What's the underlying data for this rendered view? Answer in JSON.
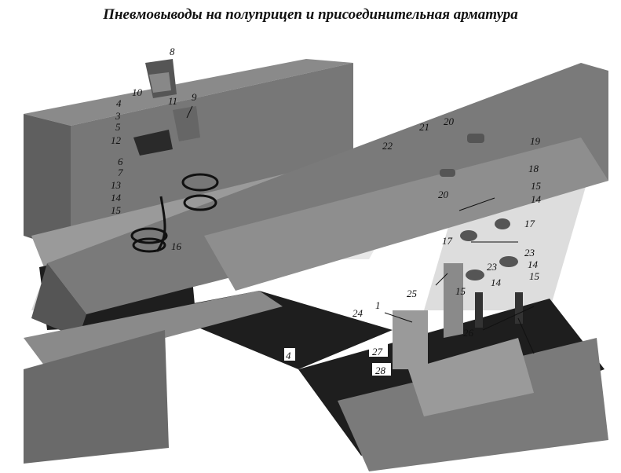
{
  "title": "Пневмовыводы на полуприцеп и присоединительная арматура",
  "callouts": [
    {
      "id": "c8",
      "text": "8"
    },
    {
      "id": "c10",
      "text": "10"
    },
    {
      "id": "c11",
      "text": "11"
    },
    {
      "id": "c9",
      "text": "9"
    },
    {
      "id": "c4a",
      "text": "4"
    },
    {
      "id": "c3",
      "text": "3"
    },
    {
      "id": "c5",
      "text": "5"
    },
    {
      "id": "c12",
      "text": "12"
    },
    {
      "id": "c6",
      "text": "6"
    },
    {
      "id": "c7",
      "text": "7"
    },
    {
      "id": "c13",
      "text": "13"
    },
    {
      "id": "c14a",
      "text": "14"
    },
    {
      "id": "c15a",
      "text": "15"
    },
    {
      "id": "c16",
      "text": "16"
    },
    {
      "id": "c21",
      "text": "21"
    },
    {
      "id": "c20a",
      "text": "20"
    },
    {
      "id": "c22",
      "text": "22"
    },
    {
      "id": "c19",
      "text": "19"
    },
    {
      "id": "c18",
      "text": "18"
    },
    {
      "id": "c20b",
      "text": "20"
    },
    {
      "id": "c15b",
      "text": "15"
    },
    {
      "id": "c14b",
      "text": "14"
    },
    {
      "id": "c17a",
      "text": "17"
    },
    {
      "id": "c17b",
      "text": "17"
    },
    {
      "id": "c23a",
      "text": "23"
    },
    {
      "id": "c23b",
      "text": "23"
    },
    {
      "id": "c14c",
      "text": "14"
    },
    {
      "id": "c14d",
      "text": "14"
    },
    {
      "id": "c15c",
      "text": "15"
    },
    {
      "id": "c15d",
      "text": "15"
    },
    {
      "id": "c25",
      "text": "25"
    },
    {
      "id": "c1",
      "text": "1"
    },
    {
      "id": "c24",
      "text": "24"
    },
    {
      "id": "c26",
      "text": "26"
    },
    {
      "id": "c4b",
      "text": "4"
    },
    {
      "id": "c27",
      "text": "27"
    },
    {
      "id": "c28",
      "text": "28"
    }
  ],
  "colors": {
    "frame": "#6f6f6f",
    "frame_light": "#9a9a9a",
    "frame_dark": "#1e1e1e",
    "watermark": "#d6d6d6"
  }
}
